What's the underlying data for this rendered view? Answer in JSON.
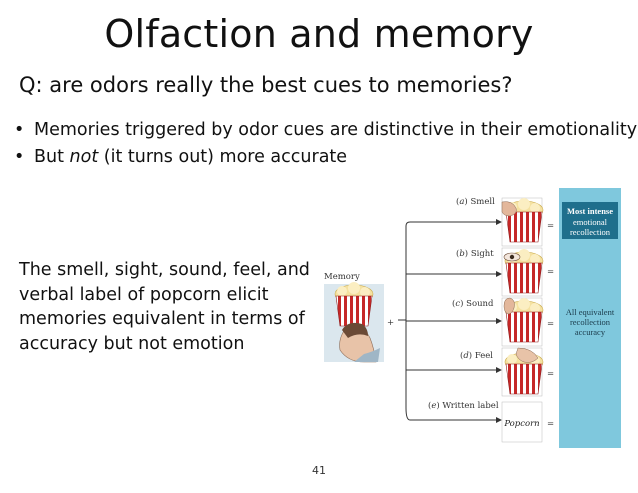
{
  "slide": {
    "title": "Olfaction and memory",
    "question": "Q: are odors really the best cues to memories?",
    "bullets": [
      {
        "prefix": "",
        "emphasis": "",
        "text": "Memories triggered by odor cues are distinctive in their emotionality"
      },
      {
        "prefix": "But ",
        "emphasis": "not",
        "text": " (it turns out) more accurate"
      }
    ],
    "description": "The smell, sight, sound, feel, and verbal label of popcorn elicit memories equivalent in terms of accuracy but not emotion",
    "page_number": "41"
  },
  "figure": {
    "memory_label": "Memory",
    "plus_sign": "+",
    "cues": [
      {
        "letter": "a",
        "label": "Smell",
        "icon": "nose-icon",
        "relation": "="
      },
      {
        "letter": "b",
        "label": "Sight",
        "icon": "eye-icon",
        "relation": "="
      },
      {
        "letter": "c",
        "label": "Sound",
        "icon": "ear-icon",
        "relation": "="
      },
      {
        "letter": "d",
        "label": "Feel",
        "icon": "hand-icon",
        "relation": "="
      },
      {
        "letter": "e",
        "label": "Written label",
        "icon": "word-card",
        "relation": "="
      }
    ],
    "written_word": "Popcorn",
    "top_result": [
      "Most intense",
      "emotional",
      "recollection"
    ],
    "bottom_result": [
      "All equivalent",
      "recollection",
      "accuracy"
    ],
    "colors": {
      "result_panel": "#7fc8dd",
      "result_box": "#1f6f8c",
      "popcorn_red": "#c62828"
    }
  }
}
